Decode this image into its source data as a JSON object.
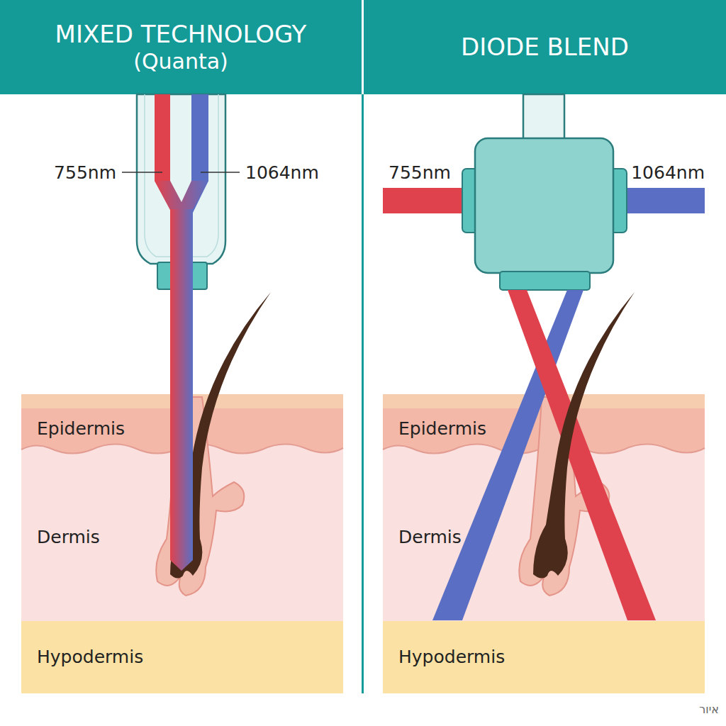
{
  "diagram": {
    "nodes": [
      {
        "text": [
          "MIXED TECHNOLOGY",
          "(Quanta)"
        ]
      },
      {
        "text": [
          "DIODE BLEND"
        ]
      },
      {
        "text": [
          "Epidermis"
        ]
      },
      {
        "text": [
          "Dermis"
        ]
      },
      {
        "text": [
          "Hypodermis"
        ]
      },
      {
        "text": [
          "Epidermis"
        ]
      },
      {
        "text": [
          "Dermis"
        ]
      },
      {
        "text": [
          "Hypodermis"
        ]
      }
    ],
    "labels": [
      "755nm",
      "1064nm",
      "755nm",
      "1064nm",
      "איור"
    ]
  }
}
